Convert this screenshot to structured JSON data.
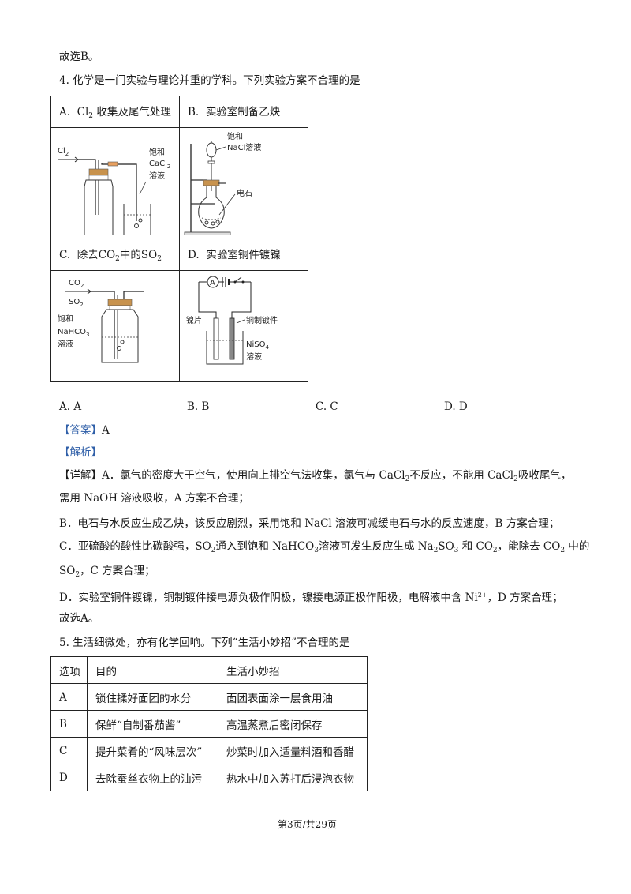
{
  "prev_conclusion": "故选B。",
  "q4": {
    "stem": "4. 化学是一门实验与理论并重的学科。下列实验方案不合理的是",
    "cells": {
      "A": {
        "prefix": "A.",
        "title_pre": "Cl",
        "title_sub": "2",
        "title_post": "收集及尾气处理",
        "gas": "Cl",
        "gas_sub": "2",
        "reagent_1": "饱和",
        "reagent_2": "CaCl",
        "reagent_2_sub": "2",
        "reagent_3": "溶液"
      },
      "B": {
        "prefix": "B.",
        "title": "实验室制备乙炔",
        "reagent_1": "饱和",
        "reagent_2": "NaCl溶液",
        "solid": "电石"
      },
      "C": {
        "prefix": "C.",
        "title_pre": "除去CO",
        "title_sub1": "2",
        "title_mid": "中的SO",
        "title_sub2": "2",
        "gas_1": "CO",
        "gas_1_sub": "2",
        "gas_2": "SO",
        "gas_2_sub": "2",
        "reagent_1": "饱和",
        "reagent_2": "NaHCO",
        "reagent_2_sub": "3",
        "reagent_3": "溶液"
      },
      "D": {
        "prefix": "D.",
        "title": "实验室铜件镀镍",
        "ammeter": "A",
        "electrode_left": "镍片",
        "electrode_right": "铜制镀件",
        "electrolyte_1": "NiSO",
        "electrolyte_1_sub": "4",
        "electrolyte_2": "溶液"
      }
    },
    "options": [
      "A. A",
      "B. B",
      "C. C",
      "D. D"
    ],
    "answer_tag": "【答案】",
    "answer": "A",
    "analysis_tag": "【解析】",
    "detail": {
      "l1_tag": "【详解】",
      "l1_a": "A．氯气的密度大于空气，使用向上排空气法收集，氯气与 CaCl",
      "l1_b": "2",
      "l1_c": "不反应，不能用 CaCl",
      "l1_d": "2",
      "l1_e": "吸收尾气，",
      "l2": "需用 NaOH 溶液吸收，A 方案不合理；",
      "l3": "B．电石与水反应生成乙炔，该反应剧烈，采用饱和 NaCl 溶液可减缓电石与水的反应速度，B 方案合理；",
      "l4_a": "C．亚硫酸的酸性比碳酸强，SO",
      "l4_b": "2",
      "l4_c": "通入到饱和 NaHCO",
      "l4_d": "3",
      "l4_e": "溶液可发生反应生成 Na",
      "l4_f": "2",
      "l4_g": "SO",
      "l4_h": "3",
      "l4_i": " 和 CO",
      "l4_j": "2",
      "l4_k": "，能除去 CO",
      "l4_l": "2",
      "l4_m": " 中的",
      "l5_a": "SO",
      "l5_b": "2",
      "l5_c": "，C 方案合理；",
      "l6_a": "D．实验室铜件镀镍，铜制镀件接电源负极作阴极，镍接电源正极作阳极，电解液中含 Ni",
      "l6_b": "2+",
      "l6_c": "，D 方案合理；",
      "l7": "故选A。"
    }
  },
  "q5": {
    "stem": "5. 生活细微处，亦有化学回响。下列“生活小妙招”不合理的是",
    "headers": [
      "选项",
      "目的",
      "生活小妙招"
    ],
    "rows": [
      [
        "A",
        "锁住揉好面团的水分",
        "面团表面涂一层食用油"
      ],
      [
        "B",
        "保鲜“自制番茄酱”",
        "高温蒸煮后密闭保存"
      ],
      [
        "C",
        "提升菜肴的“风味层次”",
        "炒菜时加入适量料酒和香醋"
      ],
      [
        "D",
        "去除蚕丝衣物上的油污",
        "热水中加入苏打后浸泡衣物"
      ]
    ]
  },
  "footer": "第3页/共29页",
  "colors": {
    "accent": "#2f5fa8",
    "text": "#1a1a1a"
  }
}
